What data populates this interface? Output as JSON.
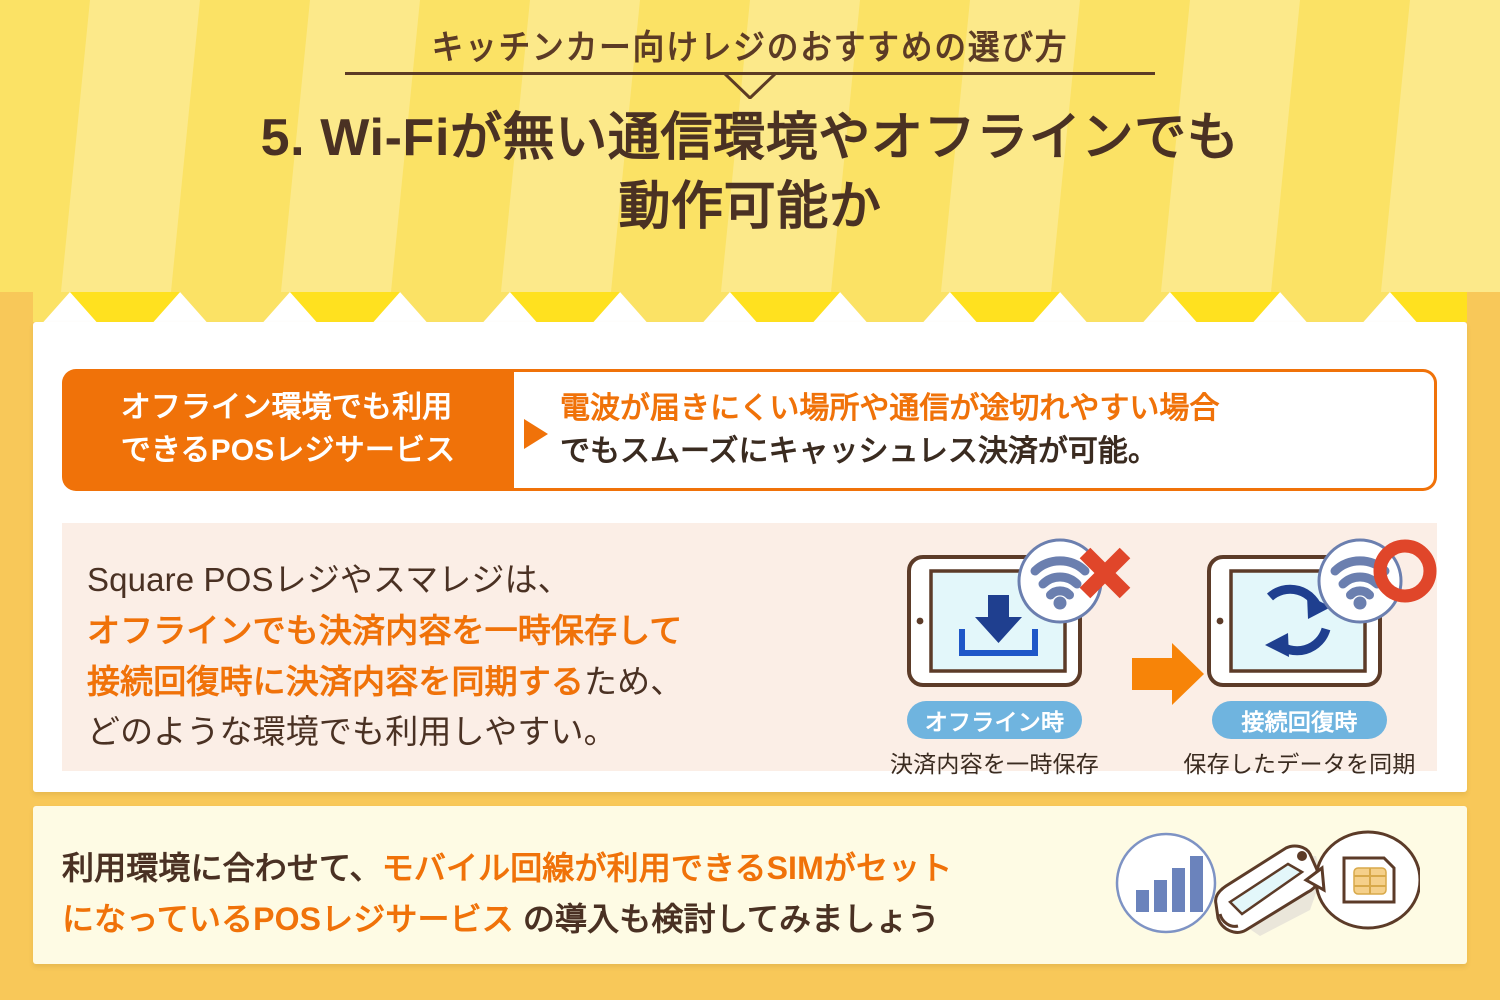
{
  "colors": {
    "frame_amber": "#F8C859",
    "awning_light": "#FCE98A",
    "awning_mid": "#FBE265",
    "awning_bright": "#FFE11F",
    "brand_orange": "#F07209",
    "text_brown": "#4A3123",
    "kicker_brown": "#5C3B25",
    "peach_panel": "#FBEEE6",
    "bottom_cream": "#FEFBE4",
    "pill_blue": "#6FB4DF",
    "wifi_slate": "#6B7FAF",
    "icon_navy": "#1F3F8F",
    "mark_red": "#E0462A",
    "screen_cyan": "#E3F7FA",
    "device_brown": "#5C3B28",
    "sim_gold": "#F5D08A",
    "bar_blue": "#6B83BC"
  },
  "header": {
    "kicker": "キッチンカー向けレジのおすすめの選び方",
    "title_line1": "5. Wi-Fiが無い通信環境やオフラインでも",
    "title_line2": "動作可能か"
  },
  "tag_row": {
    "label_line1": "オフライン環境でも利用",
    "label_line2": "できるPOSレジサービス",
    "desc_line1": "電波が届きにくい場所や通信が途切れやすい場合",
    "desc_line2": "でもスムーズにキャッシュレス決済が可能。",
    "arrow_icon": "triangle-right-icon"
  },
  "body": {
    "line1": "Square POSレジやスマレジは、",
    "line2_highlight": "オフラインでも決済内容を一時保存して",
    "line3_highlight": "接続回復時に決済内容を同期する",
    "line3_tail": "ため、",
    "line4": "どのような環境でも利用しやすい。"
  },
  "illustration": {
    "step1": {
      "pill": "オフライン時",
      "caption": "決済内容を一時保存",
      "tablet_icon": "download-to-tray-icon",
      "status_icon": "wifi-icon",
      "mark_icon": "cross-mark-icon"
    },
    "step2": {
      "pill": "接続回復時",
      "caption": "保存したデータを同期",
      "tablet_icon": "sync-refresh-icon",
      "status_icon": "wifi-icon",
      "mark_icon": "circle-mark-icon"
    },
    "transition_icon": "arrow-right-icon"
  },
  "footer": {
    "line1_plain": "利用環境に合わせて、",
    "line1_highlight": "モバイル回線が利用できるSIMがセット",
    "line2_highlight": "になっているPOSレジサービス",
    "line2_plain": " の導入も検討してみましょう",
    "icons": [
      "signal-bars-icon",
      "card-terminal-icon",
      "sim-card-icon"
    ]
  }
}
